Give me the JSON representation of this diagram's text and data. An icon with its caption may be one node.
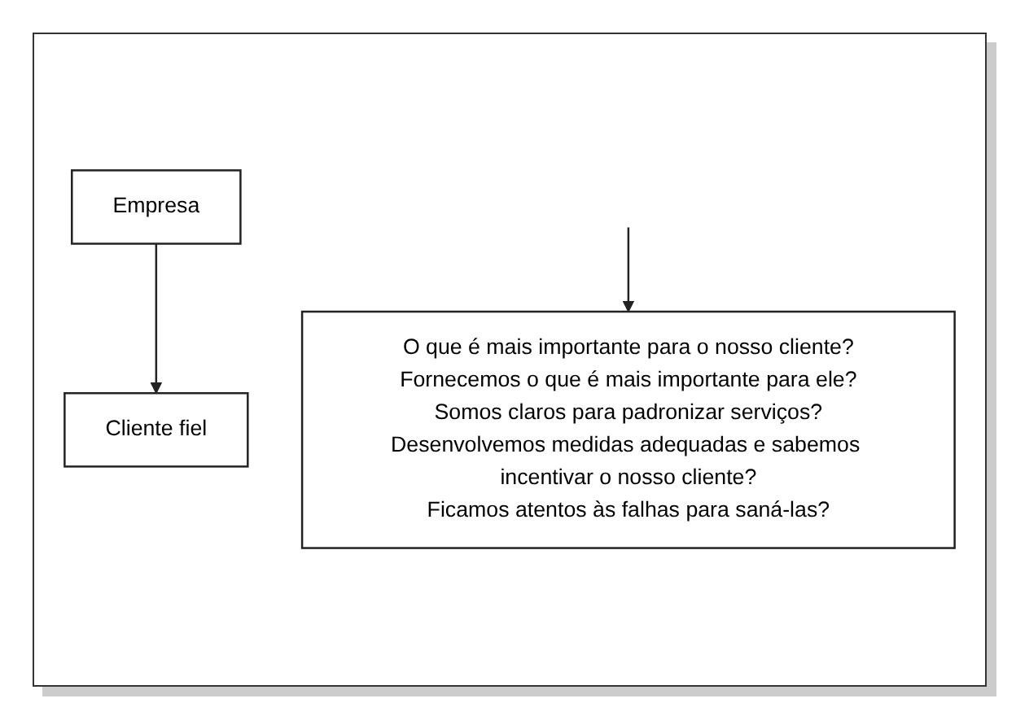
{
  "diagram": {
    "nodes": [
      {
        "text": [
          "Empresa"
        ]
      },
      {
        "text": [
          "Cliente fiel"
        ]
      },
      {
        "text": [
          "O que é mais importante para o nosso cliente?",
          "Fornecemos o que é mais importante para ele?",
          "Somos claros para padronizar serviços?",
          "Desenvolvemos medidas adequadas e sabemos incentivar o nosso cliente?",
          "Ficamos atentos às falhas para saná-las?"
        ]
      }
    ],
    "edges": [
      {
        "from": 0,
        "to": 1,
        "arrow": "to"
      },
      {
        "from": null,
        "to": 2,
        "arrow": "to"
      }
    ]
  }
}
